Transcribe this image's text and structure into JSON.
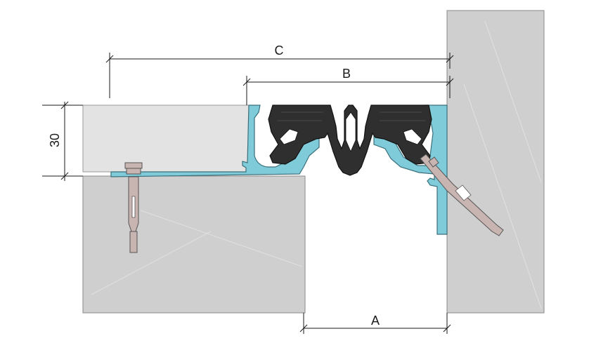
{
  "dimensions": {
    "a": "A",
    "b": "B",
    "c": "C",
    "height": "30"
  },
  "colors": {
    "concrete": "#c9c9c9",
    "concrete_light": "#dcdcdc",
    "aluminium_profile": "#7fcbd9",
    "rubber_insert": "#2f2f2f",
    "anchor_bolt": "#c8b4b0",
    "line": "#1a1a1a"
  }
}
